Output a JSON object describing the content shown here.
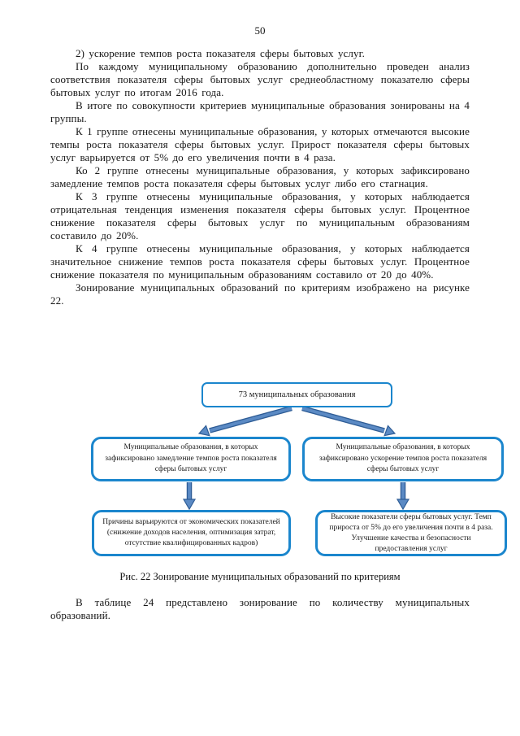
{
  "page_number": "50",
  "paragraphs": [
    "2) ускорение темпов роста показателя сферы бытовых услуг.",
    "По каждому муниципальному образованию дополнительно проведен анализ соответствия показателя сферы бытовых услуг среднеобластному показателю сферы бытовых услуг по итогам 2016 года.",
    "В итоге по совокупности критериев муниципальные образования зонированы на 4 группы.",
    "К 1 группе отнесены муниципальные образования, у которых отмечаются высокие темпы роста показателя сферы бытовых услуг. Прирост показателя сферы бытовых услуг варьируется от 5% до его увеличения почти в 4 раза.",
    "Ко 2 группе отнесены муниципальные образования, у которых зафиксировано замедление темпов роста показателя сферы бытовых услуг либо его стагнация.",
    "К 3 группе отнесены муниципальные образования, у которых наблюдается отрицательная тенденция изменения показателя сферы бытовых услуг. Процентное снижение показателя сферы бытовых услуг по муниципальным образованиям составило до 20%.",
    "К 4 группе отнесены муниципальные образования, у которых наблюдается значительное снижение темпов роста показателя сферы бытовых услуг. Процентное снижение показателя по муниципальным образованиям составило от 20 до 40%.",
    "Зонирование муниципальных образований по критериям изображено на рисунке 22."
  ],
  "figure": {
    "root": "73 муниципальных образования",
    "branch_left": "Муниципальные образования, в которых зафиксировано замедление темпов роста показателя сферы бытовых услуг",
    "branch_right": "Муниципальные образования, в которых зафиксировано ускорение темпов роста показателя сферы бытовых услуг",
    "leaf_left": "Причины варьируются от экономических показателей (снижение доходов населения, оптимизация затрат, отсутствие квалифицированных кадров)",
    "leaf_right": "Высокие показатели сферы бытовых услуг. Темп прироста от 5% до его увеличения почти в 4 раза. Улучшение качества и безопасности предоставления услуг",
    "caption": "Рис. 22 Зонирование муниципальных образований по критериям",
    "colors": {
      "box_border": "#1b86cd",
      "arrow_fill": "#5b8ac4",
      "arrow_outline": "#2f5d96"
    }
  },
  "closing": "В таблице 24 представлено зонирование по количеству муниципальных образований."
}
